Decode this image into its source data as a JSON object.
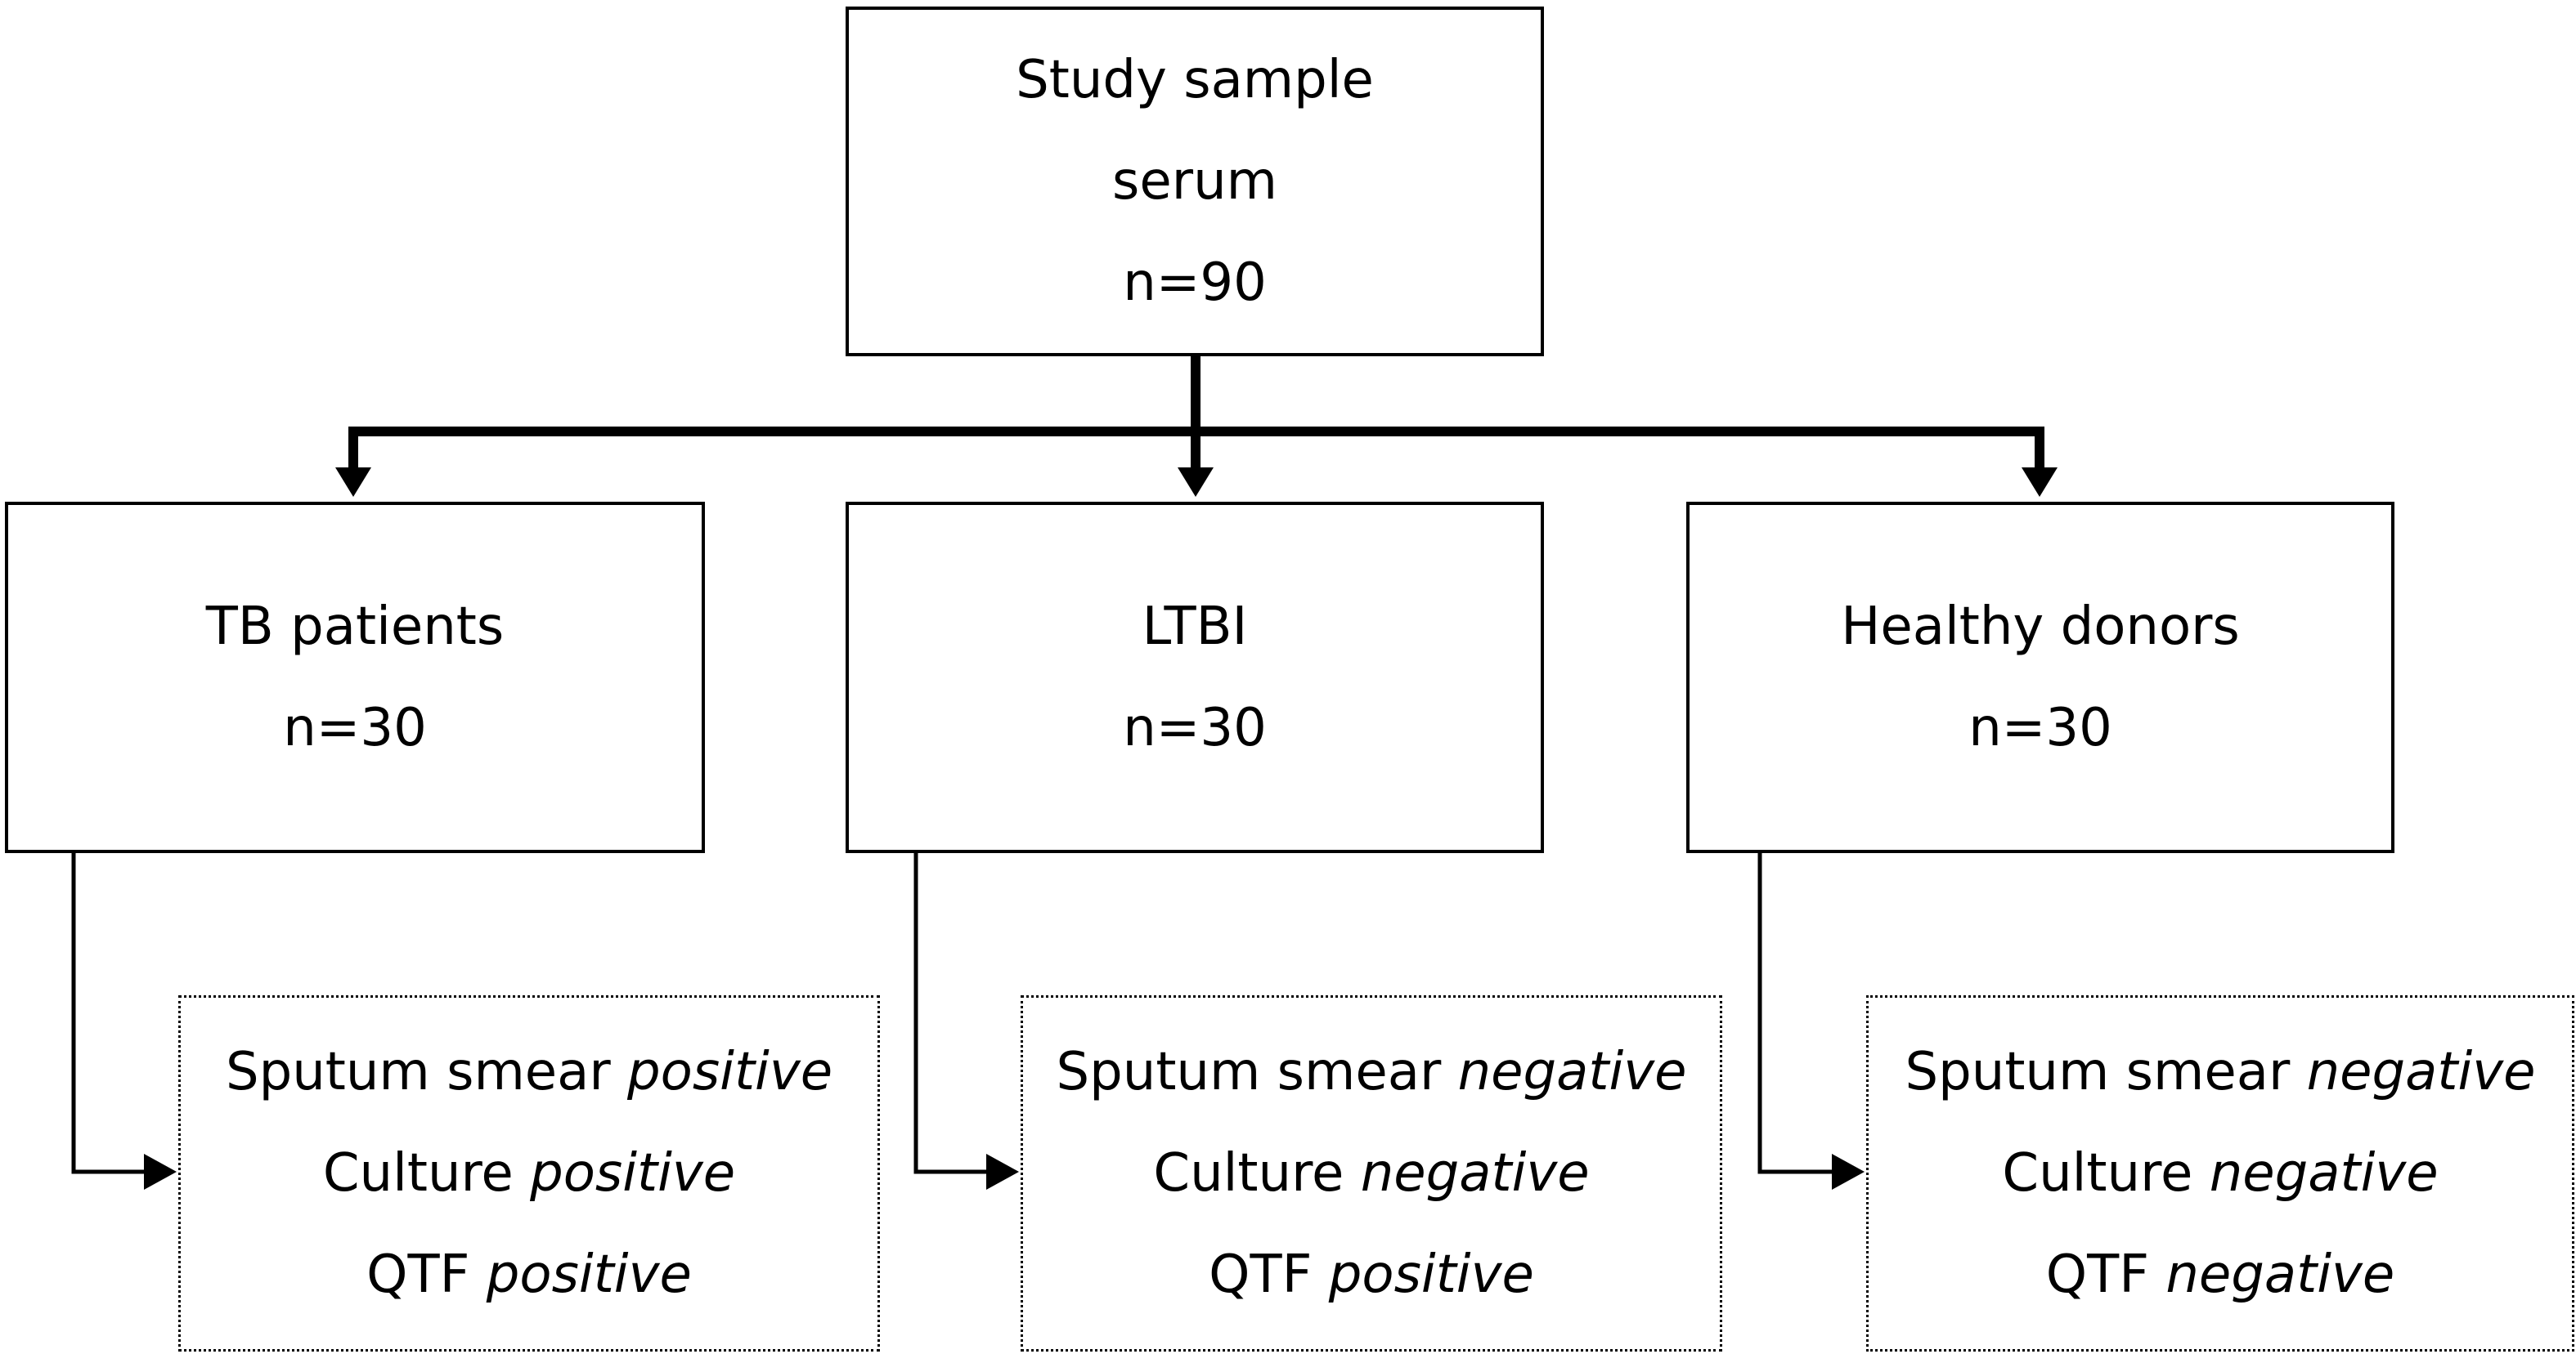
{
  "root": {
    "lines": [
      "Study sample",
      "serum",
      "n=90"
    ]
  },
  "groups": [
    {
      "name": "TB patients",
      "n": "n=30",
      "criteria": [
        {
          "test": "Sputum smear",
          "result": "positive"
        },
        {
          "test": "Culture",
          "result": "positive"
        },
        {
          "test": "QTF",
          "result": "positive"
        }
      ]
    },
    {
      "name": "LTBI",
      "n": "n=30",
      "criteria": [
        {
          "test": "Sputum smear",
          "result": "negative"
        },
        {
          "test": "Culture",
          "result": "negative"
        },
        {
          "test": "QTF",
          "result": "positive"
        }
      ]
    },
    {
      "name": "Healthy donors",
      "n": "n=30",
      "criteria": [
        {
          "test": "Sputum smear",
          "result": "negative"
        },
        {
          "test": "Culture",
          "result": "negative"
        },
        {
          "test": "QTF",
          "result": "negative"
        }
      ]
    }
  ],
  "colors": {
    "line": "#000000",
    "background": "#ffffff"
  }
}
